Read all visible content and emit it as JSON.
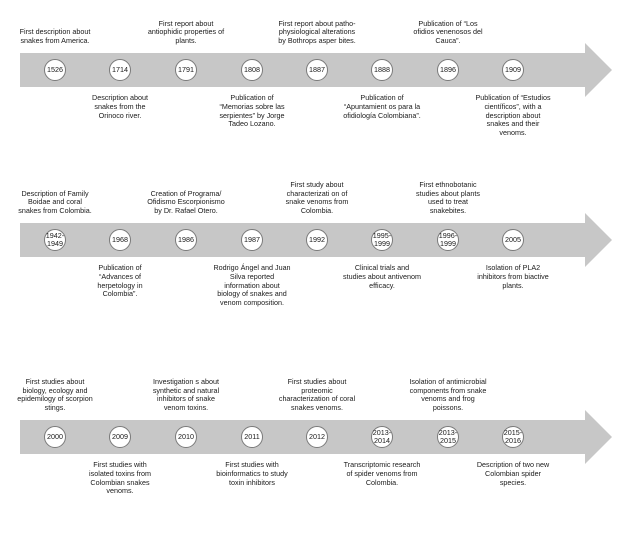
{
  "rows": [
    {
      "events": [
        {
          "year": "1526",
          "text": "First description about snakes from America.",
          "side": "top"
        },
        {
          "year": "1714",
          "text": "Description about snakes from the Orinoco river.",
          "side": "bottom"
        },
        {
          "year": "1791",
          "text": "First report about antiophidic properties of plants.",
          "side": "top"
        },
        {
          "year": "1808",
          "text": "Publication of “Memorias sobre las serpientes” by Jorge Tadeo Lozano.",
          "side": "bottom"
        },
        {
          "year": "1887",
          "text": "First report about patho-physiological alterations by Bothrops asper bites.",
          "side": "top"
        },
        {
          "year": "1888",
          "text": "Publication of “Apuntamient os para la ofidiología Colombiana”.",
          "side": "bottom"
        },
        {
          "year": "1896",
          "text": "Publication of “Los ofidios venenosos del Cauca”.",
          "side": "top"
        },
        {
          "year": "1909",
          "text": "Publication of “Estudios científicos”, with a description about snakes and their venoms.",
          "side": "bottom"
        }
      ]
    },
    {
      "events": [
        {
          "year": "1942-\n1949",
          "text": "Description of Family Boidae and coral snakes from Colombia.",
          "side": "top"
        },
        {
          "year": "1968",
          "text": "Publication of “Advances of herpetology in Colombia”.",
          "side": "bottom"
        },
        {
          "year": "1986",
          "text": "Creation of Programa/ Ofidismo Escorpionismo by Dr. Rafael Otero.",
          "side": "top"
        },
        {
          "year": "1987",
          "text": "Rodrigo Ángel and Juan Silva reported information about biology of snakes and venom composition.",
          "side": "bottom"
        },
        {
          "year": "1992",
          "text": "First study about characterizati on of snake venoms from Colombia.",
          "side": "top"
        },
        {
          "year": "1995-\n1999",
          "text": "Clinical trials and studies about antivenom efficacy.",
          "side": "bottom"
        },
        {
          "year": "1996-\n1999",
          "text": "First ethnobotanic studies about plants used to treat snakebites.",
          "side": "top"
        },
        {
          "year": "2005",
          "text": "Isolation of PLA2 inhibitors from biactive plants.",
          "side": "bottom"
        }
      ]
    },
    {
      "events": [
        {
          "year": "2000",
          "text": "First studies about biology, ecology and epidemilogy of scorpion stings.",
          "side": "top"
        },
        {
          "year": "2009",
          "text": "First studies with isolated toxins from Colombian snakes venoms.",
          "side": "bottom"
        },
        {
          "year": "2010",
          "text": "Investigation s about synthetic and natural inhibitors of snake venom toxins.",
          "side": "top"
        },
        {
          "year": "2011",
          "text": "First studies with bioinformatics to study toxin inhibitors",
          "side": "bottom"
        },
        {
          "year": "2012",
          "text": "First studies about proteomic characterization of coral snakes venoms.",
          "side": "top"
        },
        {
          "year": "2013-\n2014",
          "text": "Transcriptomic research of spider venoms from Colombia.",
          "side": "bottom"
        },
        {
          "year": "2013-\n2015",
          "text": "Isolation of antimicrobial components from snake venoms and frog poissons.",
          "side": "top"
        },
        {
          "year": "2015-\n2016",
          "text": "Description of two new Colombian spider species.",
          "side": "bottom"
        }
      ]
    }
  ],
  "colors": {
    "arrow": "#c7c7c7",
    "circle_border": "#7a7a7a",
    "text": "#1a1a1a"
  }
}
